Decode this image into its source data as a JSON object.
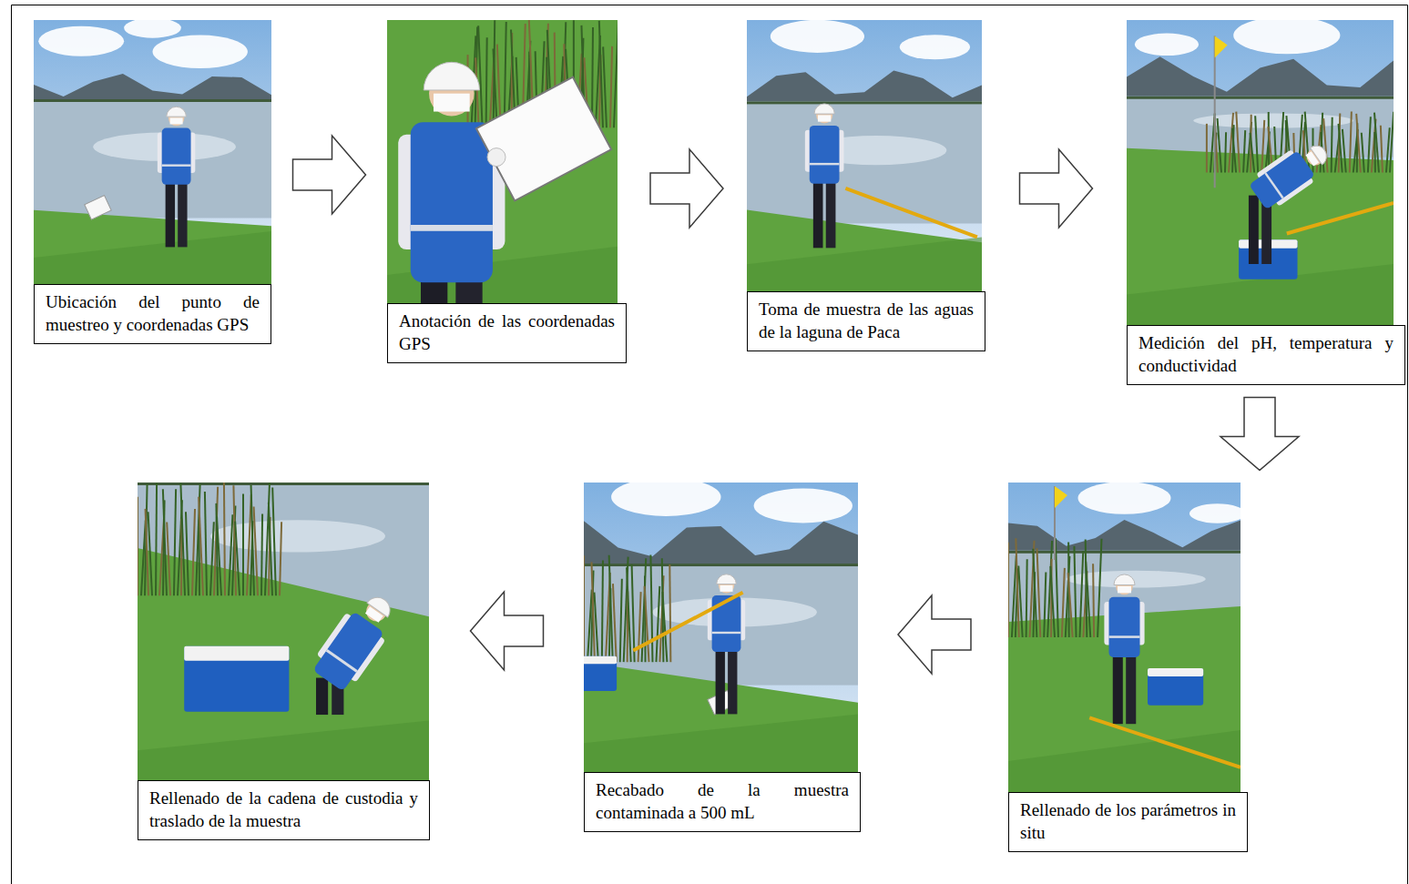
{
  "diagram": {
    "nodes": [
      {
        "text": [
          "Ubicación del punto de muestreo y coordenadas GPS"
        ]
      },
      {
        "text": [
          "Anotación de las coordenadas GPS"
        ]
      },
      {
        "text": [
          "Toma de muestra de las aguas de la laguna de Paca"
        ]
      },
      {
        "text": [
          "Medición del pH, temperatura y conductividad"
        ]
      },
      {
        "text": [
          "Rellenado de los parámetros in situ"
        ]
      },
      {
        "text": [
          "Recabado de la muestra contaminada a 500 mL"
        ]
      },
      {
        "text": [
          "Rellenado de la cadena de custodia y traslado de la muestra"
        ]
      }
    ],
    "edges": [
      {
        "from": 0,
        "to": 1,
        "arrow": "to"
      },
      {
        "from": 1,
        "to": 2,
        "arrow": "to"
      },
      {
        "from": 2,
        "to": 3,
        "arrow": "to"
      },
      {
        "from": 3,
        "to": 4,
        "arrow": "to"
      },
      {
        "from": 4,
        "to": 5,
        "arrow": "to"
      },
      {
        "from": 5,
        "to": 6,
        "arrow": "to"
      }
    ]
  }
}
